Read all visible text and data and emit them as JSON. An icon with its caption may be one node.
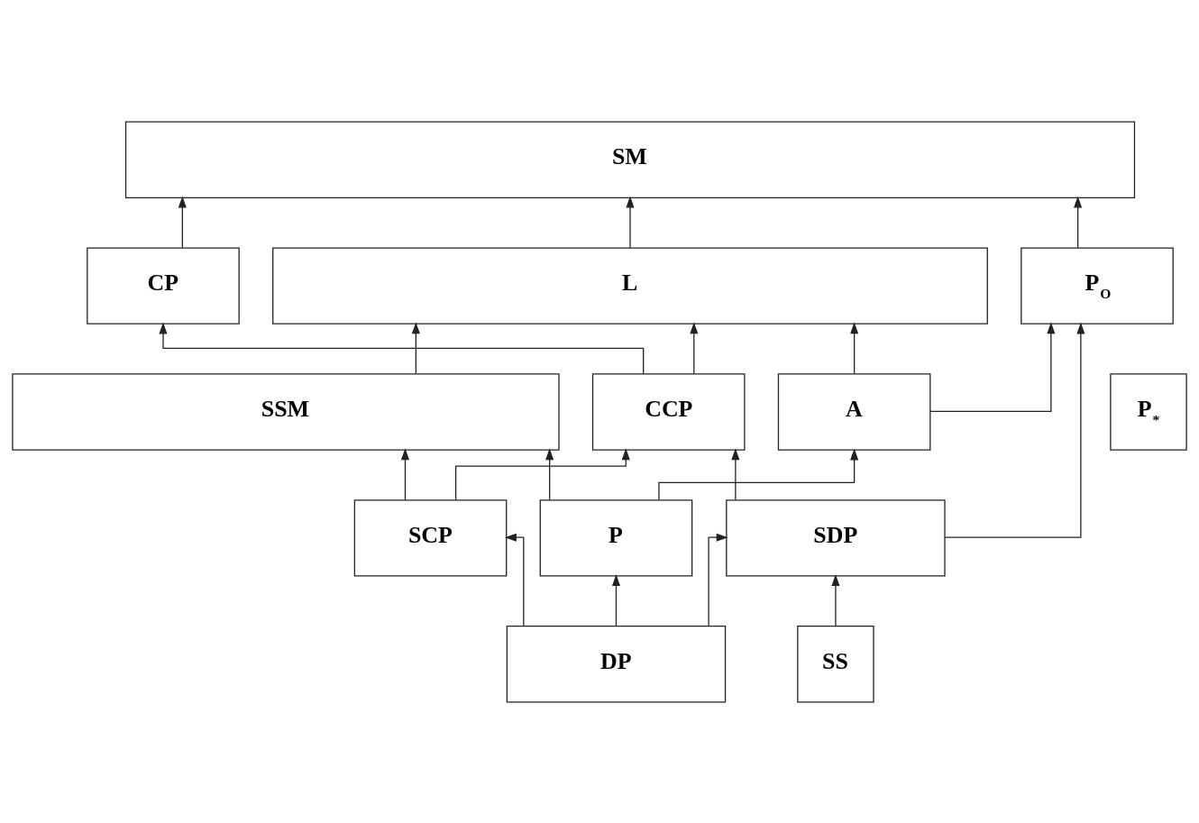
{
  "diagram": {
    "nodes": [
      {
        "text": [
          "SM"
        ]
      },
      {
        "text": [
          "CP"
        ]
      },
      {
        "text": [
          "L"
        ]
      },
      {
        "text": [
          "P$_{O}$"
        ]
      },
      {
        "text": [
          "P$_{*}$"
        ]
      },
      {
        "text": [
          "CCP"
        ]
      },
      {
        "text": [
          "SSM"
        ]
      },
      {
        "text": [
          "A"
        ]
      },
      {
        "text": [
          "SCP"
        ]
      },
      {
        "text": [
          "P"
        ]
      },
      {
        "text": [
          "SDP"
        ]
      },
      {
        "text": [
          "SS"
        ]
      },
      {
        "text": [
          "DP"
        ]
      }
    ],
    "edges": [
      {
        "from": 1,
        "to": 0,
        "arrow": "to"
      },
      {
        "from": 2,
        "to": 0,
        "arrow": "to"
      },
      {
        "from": 3,
        "to": 0,
        "arrow": "to"
      },
      {
        "from": 5,
        "to": 1,
        "arrow": "to"
      },
      {
        "from": 5,
        "to": 2,
        "arrow": "to"
      },
      {
        "from": 6,
        "to": 2,
        "arrow": "to"
      },
      {
        "from": 7,
        "to": 2,
        "arrow": "to"
      },
      {
        "from": 7,
        "to": 3,
        "arrow": "to"
      },
      {
        "from": 10,
        "to": 5,
        "arrow": "to"
      },
      {
        "from": 10,
        "to": 3,
        "arrow": "to"
      },
      {
        "from": 8,
        "to": 5,
        "arrow": "to"
      },
      {
        "from": 8,
        "to": 6,
        "arrow": "to"
      },
      {
        "from": 9,
        "to": 6,
        "arrow": "to"
      },
      {
        "from": 9,
        "to": 7,
        "arrow": "to"
      },
      {
        "from": 12,
        "to": 8,
        "arrow": "to"
      },
      {
        "from": 12,
        "to": 9,
        "arrow": "to"
      },
      {
        "from": 12,
        "to": 10,
        "arrow": "to"
      },
      {
        "from": 11,
        "to": 10,
        "arrow": "to"
      }
    ]
  }
}
